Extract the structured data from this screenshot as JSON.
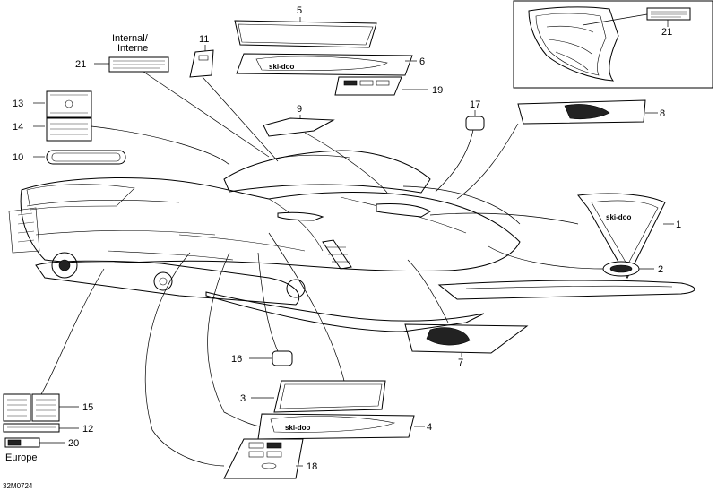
{
  "drawing_id": "32M0724",
  "labels": {
    "internal_line1": "Internal/",
    "internal_line2": "Interne",
    "europe": "Europe"
  },
  "callouts": {
    "c1": "1",
    "c2": "2",
    "c3": "3",
    "c4": "4",
    "c5": "5",
    "c6": "6",
    "c7": "7",
    "c8": "8",
    "c9": "9",
    "c10": "10",
    "c11": "11",
    "c12": "12",
    "c13": "13",
    "c14": "14",
    "c15": "15",
    "c16": "16",
    "c17": "17",
    "c18": "18",
    "c19": "19",
    "c20": "20",
    "c21a": "21",
    "c21b": "21"
  }
}
